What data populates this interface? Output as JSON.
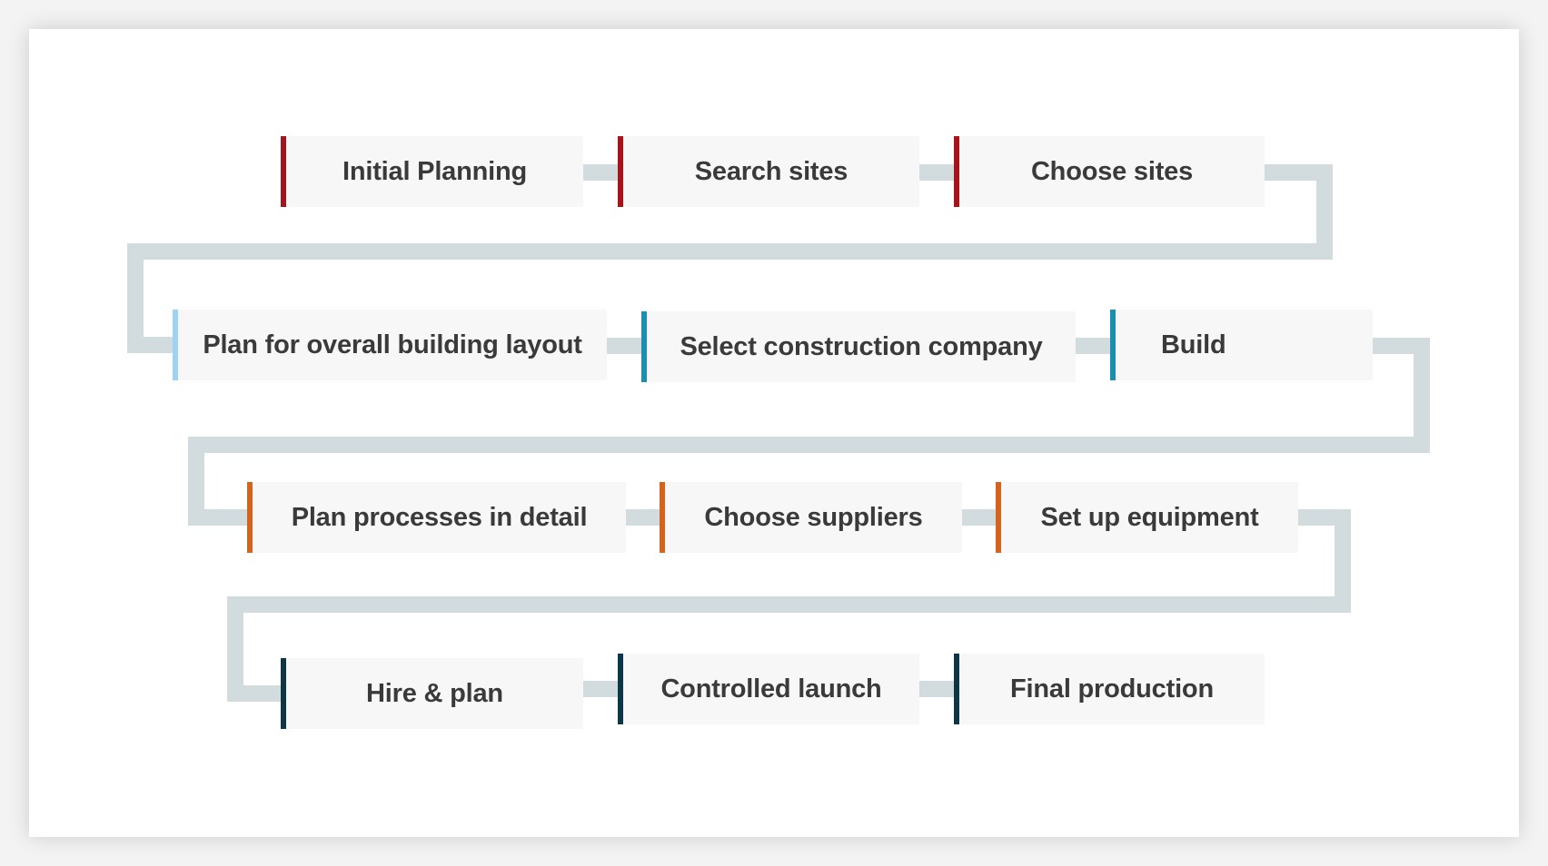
{
  "colors": {
    "connector": "#d2dcde",
    "box_fill": "#f7f7f7",
    "text": "#3a3a3a",
    "row1_accent": "#a5141a",
    "row2_accent": "#1a8fb0",
    "row2_first_accent": "#9fd3f3",
    "row3_accent": "#d2641e",
    "row4_accent": "#0d3646"
  },
  "flow": {
    "rows": [
      {
        "steps": [
          {
            "label": "Initial Planning"
          },
          {
            "label": "Search sites"
          },
          {
            "label": "Choose sites"
          }
        ]
      },
      {
        "steps": [
          {
            "label": "Plan for overall building layout"
          },
          {
            "label": "Select construction company"
          },
          {
            "label": "Build"
          }
        ]
      },
      {
        "steps": [
          {
            "label": "Plan processes in detail"
          },
          {
            "label": "Choose suppliers"
          },
          {
            "label": "Set up equipment"
          }
        ]
      },
      {
        "steps": [
          {
            "label": "Hire & plan"
          },
          {
            "label": "Controlled launch"
          },
          {
            "label": "Final production"
          }
        ]
      }
    ]
  }
}
